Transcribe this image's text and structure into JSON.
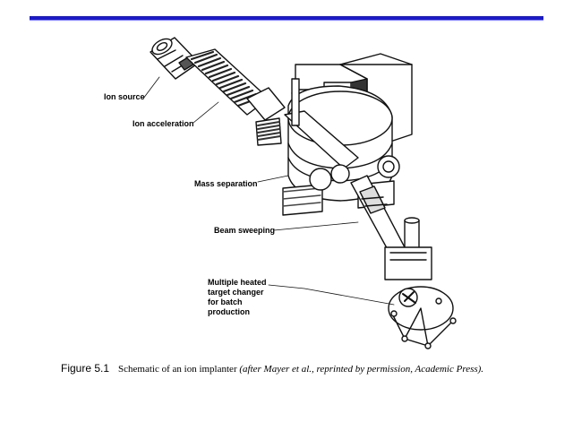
{
  "header_rule_color": "#1a1ad0",
  "labels": {
    "ion_source": "Ion source",
    "ion_acceleration": "Ion acceleration",
    "mass_separation": "Mass separation",
    "beam_sweeping": "Beam sweeping",
    "target_changer": [
      "Multiple heated",
      "target changer",
      "for batch",
      "production"
    ]
  },
  "caption": {
    "figure_number": "Figure 5.1",
    "text": "Schematic of an ion implanter ",
    "italic": "(after Mayer et al., reprinted by permission, Academic Press)."
  }
}
